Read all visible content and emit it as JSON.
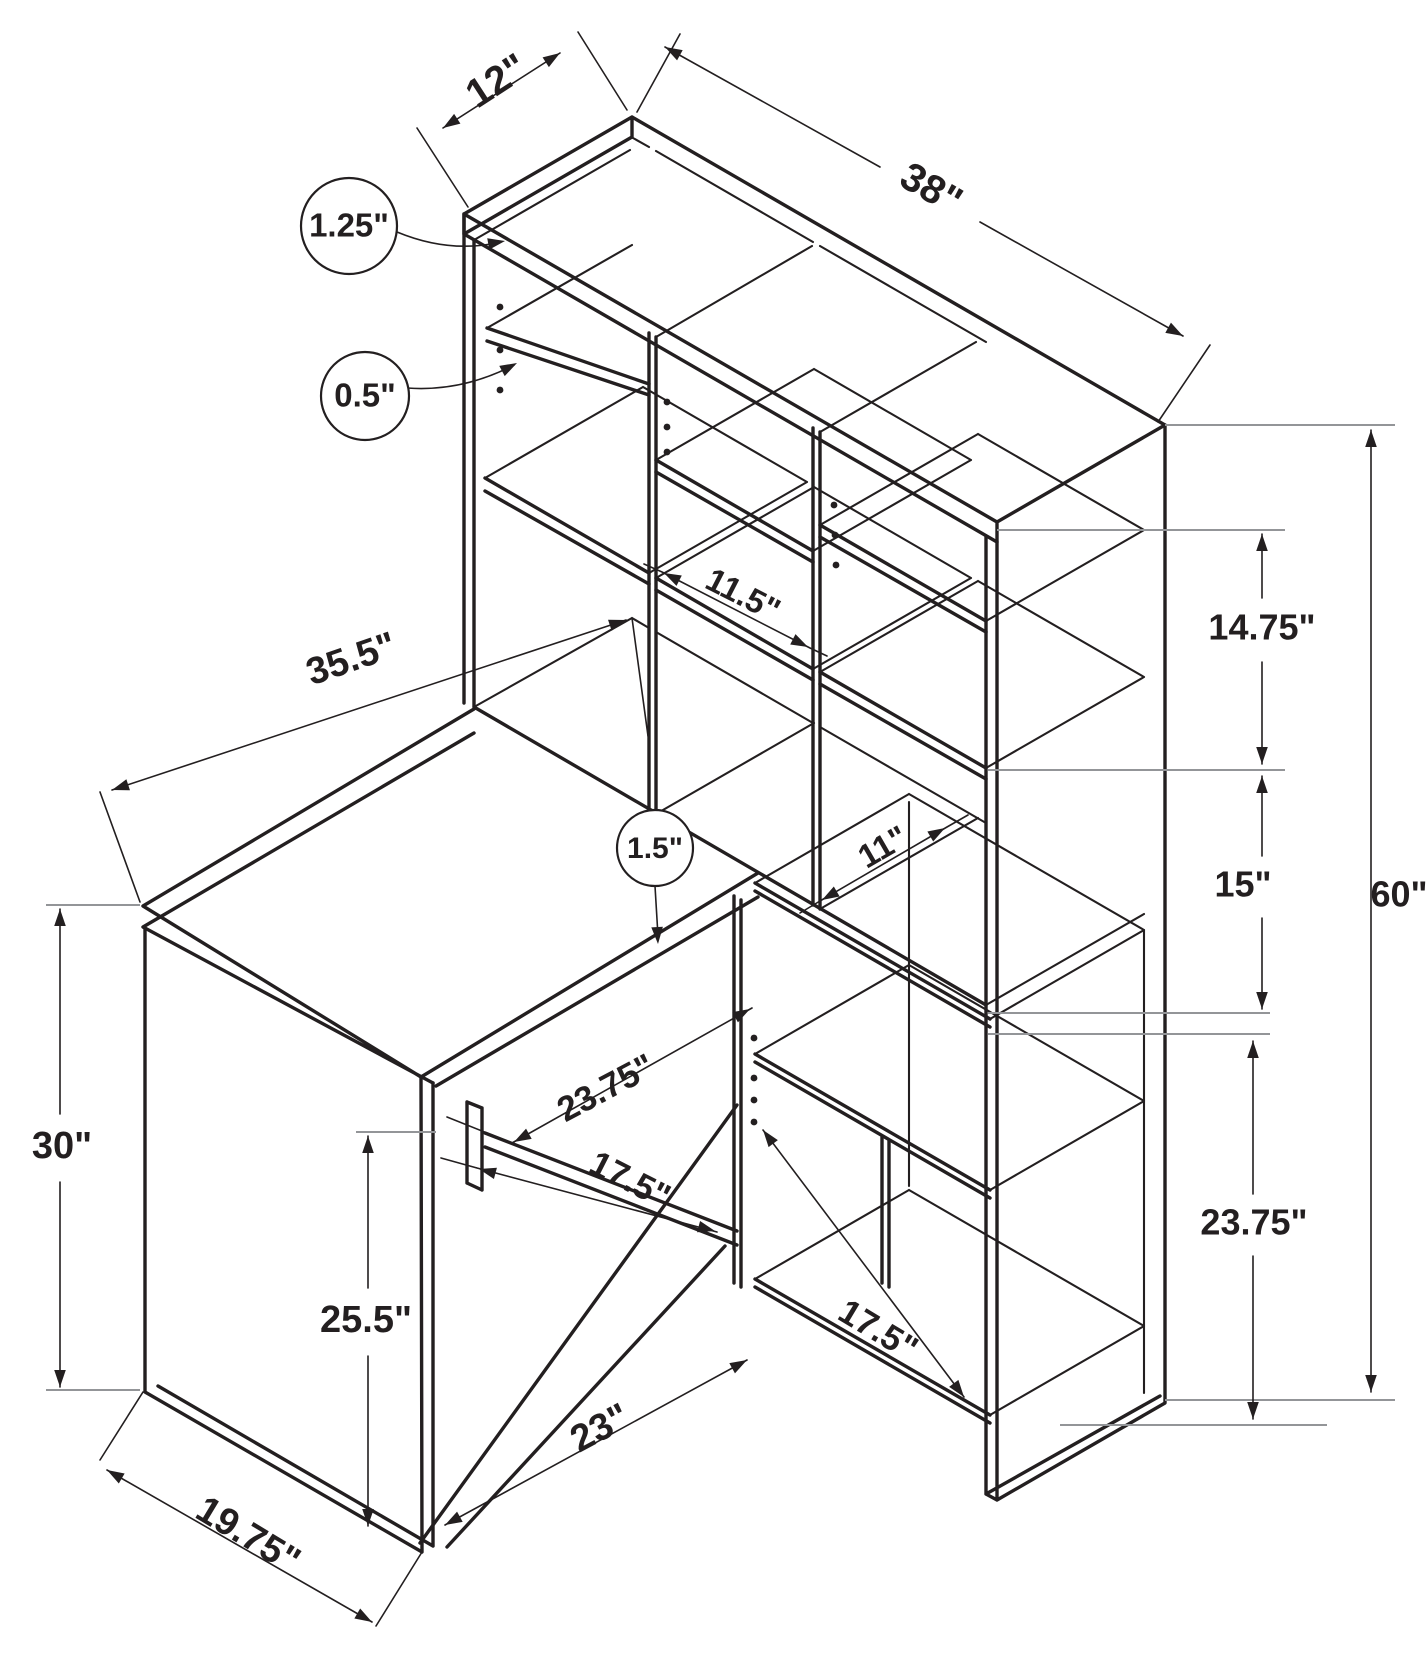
{
  "diagram": {
    "type": "isometric furniture dimension drawing",
    "subject": "corner computer desk with hutch bookcase",
    "units": "inches",
    "style": {
      "line_color": "#231f20",
      "reference_line_color": "#939598",
      "background_color": "#ffffff"
    },
    "dims": {
      "d12": {
        "label": "12\"",
        "value": 12,
        "measures": "hutch top depth"
      },
      "d38": {
        "label": "38\"",
        "value": 38,
        "measures": "hutch top width"
      },
      "d11_5": {
        "label": "11.5\"",
        "value": 11.5,
        "measures": "cubby width"
      },
      "d35_5": {
        "label": "35.5\"",
        "value": 35.5,
        "measures": "desk top length"
      },
      "d14_75": {
        "label": "14.75\"",
        "value": 14.75,
        "measures": "upper shelf section height"
      },
      "d15": {
        "label": "15\"",
        "value": 15,
        "measures": "middle shelf section height"
      },
      "d60": {
        "label": "60\"",
        "value": 60,
        "measures": "overall height"
      },
      "d11": {
        "label": "11\"",
        "value": 11,
        "measures": "shelf depth"
      },
      "d30": {
        "label": "30\"",
        "value": 30,
        "measures": "desk height"
      },
      "d23_75_side": {
        "label": "23.75\"",
        "value": 23.75,
        "measures": "lower shelf section height"
      },
      "d23_75_tray": {
        "label": "23.75\"",
        "value": 23.75,
        "measures": "keyboard tray depth"
      },
      "d25_5": {
        "label": "25.5\"",
        "value": 25.5,
        "measures": "keyboard tray height"
      },
      "d17_5_tray": {
        "label": "17.5\"",
        "value": 17.5,
        "measures": "keyboard tray width"
      },
      "d17_5_shelf": {
        "label": "17.5\"",
        "value": 17.5,
        "measures": "lower shelf width"
      },
      "d23": {
        "label": "23\"",
        "value": 23,
        "measures": "desk width"
      },
      "d19_75": {
        "label": "19.75\"",
        "value": 19.75,
        "measures": "desk panel width"
      }
    },
    "callouts": {
      "c1_25": {
        "label": "1.25\"",
        "value": 1.25,
        "measures": "top panel thickness"
      },
      "c0_5": {
        "label": "0.5\"",
        "value": 0.5,
        "measures": "shelf thickness"
      },
      "c1_5": {
        "label": "1.5\"",
        "value": 1.5,
        "measures": "desk top thickness"
      }
    }
  }
}
